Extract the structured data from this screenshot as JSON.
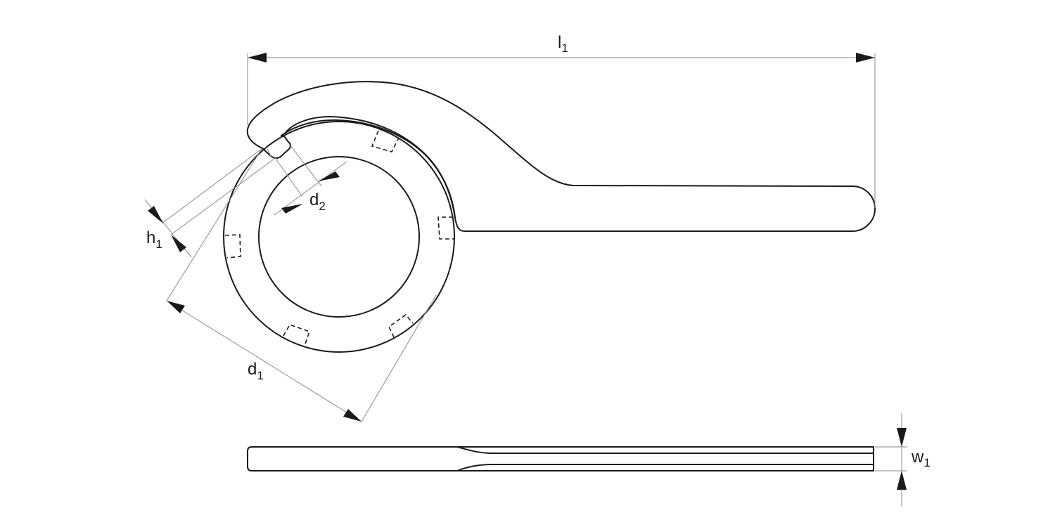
{
  "drawing": {
    "title": "Hook spanner wrench technical drawing",
    "views": [
      "front-view",
      "side-view"
    ],
    "colors": {
      "outline": "#1a1a1a",
      "dimension_line": "#8a8a8a",
      "background": "#ffffff"
    }
  },
  "dimensions": {
    "l1": {
      "base": "l",
      "sub": "1",
      "meaning": "overall length"
    },
    "d1": {
      "base": "d",
      "sub": "1",
      "meaning": "nut diameter"
    },
    "d2": {
      "base": "d",
      "sub": "2",
      "meaning": "hook/pin width"
    },
    "h1": {
      "base": "h",
      "sub": "1",
      "meaning": "hook height"
    },
    "w1": {
      "base": "w",
      "sub": "1",
      "meaning": "thickness"
    }
  }
}
